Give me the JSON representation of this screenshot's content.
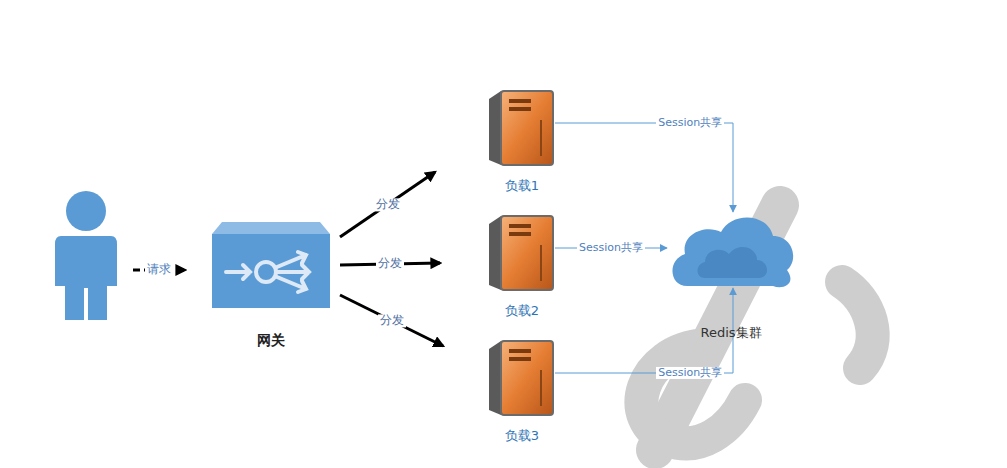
{
  "diagram": {
    "nodes": [
      {
        "text": []
      },
      {
        "text": [
          "网关"
        ]
      },
      {
        "text": [
          "负载1"
        ]
      },
      {
        "text": [
          "负载2"
        ]
      },
      {
        "text": [
          "负载3"
        ]
      },
      {
        "text": [
          "Redis集群"
        ]
      }
    ],
    "edges": [
      {
        "from": 0,
        "to": 1,
        "label": "请求",
        "arrow": "to"
      },
      {
        "from": 1,
        "to": 2,
        "label": "分发",
        "arrow": "to"
      },
      {
        "from": 1,
        "to": 3,
        "label": "分发",
        "arrow": "to"
      },
      {
        "from": 1,
        "to": 4,
        "label": "分发",
        "arrow": "to"
      },
      {
        "from": 2,
        "to": 5,
        "label": "Session共享",
        "arrow": "to"
      },
      {
        "from": 3,
        "to": 5,
        "label": "Session共享",
        "arrow": "to"
      },
      {
        "from": 4,
        "to": 5,
        "label": "Session共享",
        "arrow": "to"
      }
    ]
  }
}
